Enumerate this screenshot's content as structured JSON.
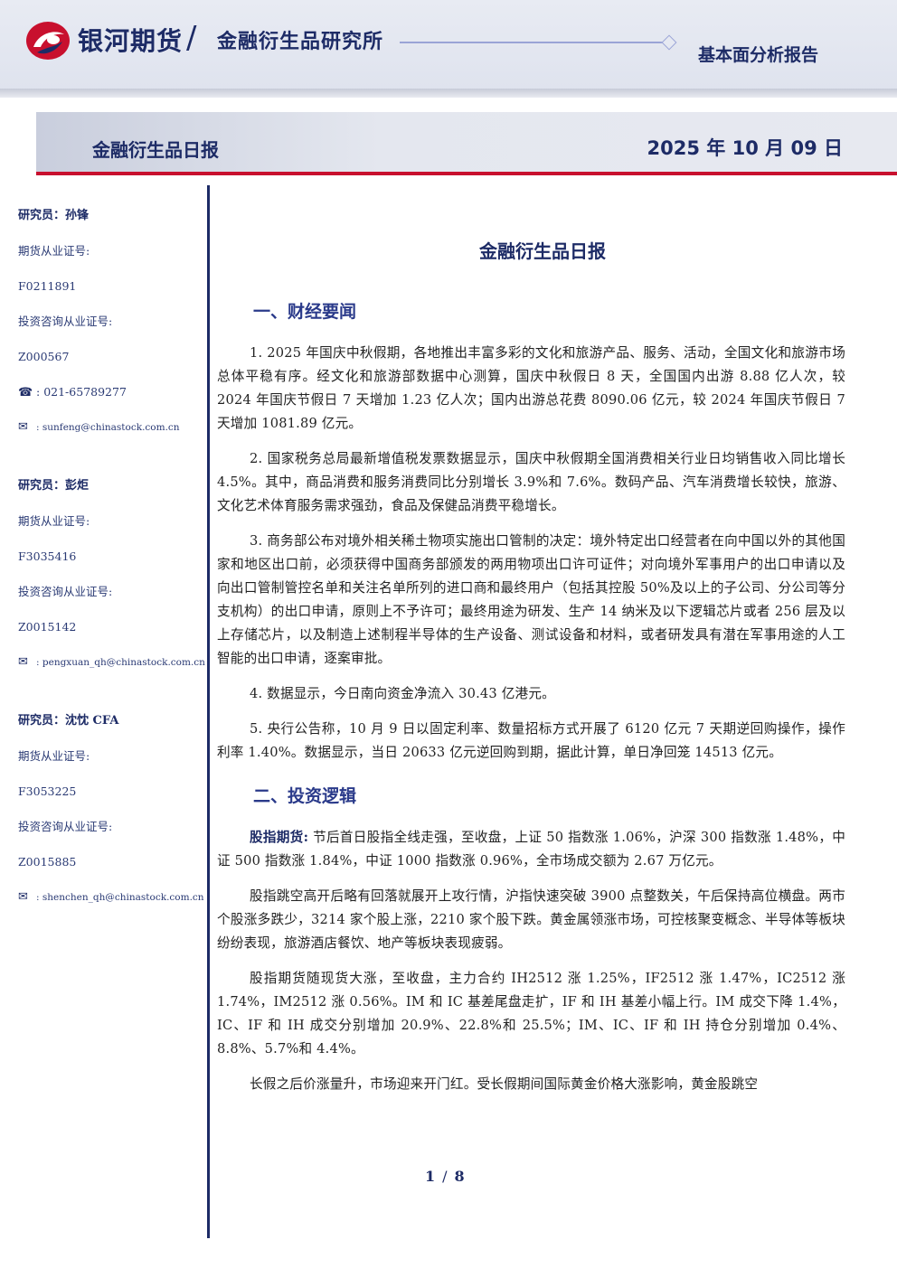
{
  "header": {
    "company": "银河期货",
    "separator": "/",
    "institute": "金融衍生品研究所",
    "report_type": "基本面分析报告"
  },
  "banner": {
    "title": "金融衍生品日报",
    "date": "2025 年 10 月 09 日"
  },
  "researchers": [
    {
      "name": "研究员：孙锋",
      "futures_label": "期货从业证号:",
      "futures_id": "F0211891",
      "advisory_label": "投资咨询从业证号:",
      "advisory_id": "Z000567",
      "phone": "021-65789277",
      "email": "sunfeng@chinastock.com.cn"
    },
    {
      "name": "研究员：彭炬",
      "futures_label": "期货从业证号:",
      "futures_id": "F3035416",
      "advisory_label": "投资咨询从业证号:",
      "advisory_id": "Z0015142",
      "email": "pengxuan_qh@chinastock.com.cn"
    },
    {
      "name": "研究员：沈忱  CFA",
      "futures_label": "期货从业证号:",
      "futures_id": "F3053225",
      "advisory_label": "投资咨询从业证号:",
      "advisory_id": "Z0015885",
      "email": "shenchen_qh@chinastock.com.cn"
    }
  ],
  "doc_title": "金融衍生品日报",
  "section1": {
    "heading": "一、财经要闻",
    "paragraphs": [
      "1. 2025 年国庆中秋假期，各地推出丰富多彩的文化和旅游产品、服务、活动，全国文化和旅游市场总体平稳有序。经文化和旅游部数据中心测算，国庆中秋假日 8 天，全国国内出游 8.88 亿人次，较 2024 年国庆节假日 7 天增加 1.23 亿人次；国内出游总花费 8090.06 亿元，较 2024 年国庆节假日 7 天增加 1081.89 亿元。",
      "2. 国家税务总局最新增值税发票数据显示，国庆中秋假期全国消费相关行业日均销售收入同比增长 4.5%。其中，商品消费和服务消费同比分别增长 3.9%和 7.6%。数码产品、汽车消费增长较快，旅游、文化艺术体育服务需求强劲，食品及保健品消费平稳增长。",
      "3. 商务部公布对境外相关稀土物项实施出口管制的决定：境外特定出口经营者在向中国以外的其他国家和地区出口前，必须获得中国商务部颁发的两用物项出口许可证件；对向境外军事用户的出口申请以及向出口管制管控名单和关注名单所列的进口商和最终用户（包括其控股 50%及以上的子公司、分公司等分支机构）的出口申请，原则上不予许可；最终用途为研发、生产 14 纳米及以下逻辑芯片或者 256 层及以上存储芯片，以及制造上述制程半导体的生产设备、测试设备和材料，或者研发具有潜在军事用途的人工智能的出口申请，逐案审批。",
      "4. 数据显示，今日南向资金净流入 30.43 亿港元。",
      "5. 央行公告称，10 月 9 日以固定利率、数量招标方式开展了 6120 亿元 7 天期逆回购操作，操作利率 1.40%。数据显示，当日 20633 亿元逆回购到期，据此计算，单日净回笼 14513 亿元。"
    ]
  },
  "section2": {
    "heading": "二、投资逻辑",
    "lead_label": "股指期货:",
    "lead_text": " 节后首日股指全线走强，至收盘，上证 50 指数涨 1.06%，沪深 300 指数涨 1.48%，中证 500 指数涨 1.84%，中证 1000 指数涨 0.96%，全市场成交额为 2.67 万亿元。",
    "paragraphs": [
      "股指跳空高开后略有回落就展开上攻行情，沪指快速突破 3900 点整数关，午后保持高位横盘。两市个股涨多跌少，3214 家个股上涨，2210 家个股下跌。黄金属领涨市场，可控核聚变概念、半导体等板块纷纷表现，旅游酒店餐饮、地产等板块表现疲弱。",
      "股指期货随现货大涨，至收盘，主力合约 IH2512 涨 1.25%，IF2512 涨 1.47%，IC2512 涨 1.74%，IM2512 涨 0.56%。IM 和 IC 基差尾盘走扩，IF 和 IH 基差小幅上行。IM 成交下降 1.4%，IC、IF 和 IH 成交分别增加 20.9%、22.8%和 25.5%；IM、IC、IF 和 IH 持仓分别增加 0.4%、8.8%、5.7%和 4.4%。",
      "长假之后价涨量升，市场迎来开门红。受长假期间国际黄金价格大涨影响，黄金股跳空"
    ]
  },
  "footer": {
    "page_current": "1",
    "page_sep": "/",
    "page_total": "8"
  }
}
